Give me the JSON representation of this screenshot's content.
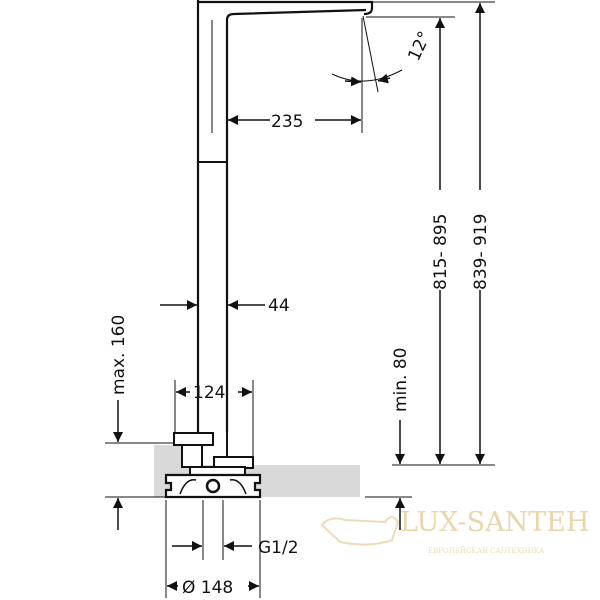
{
  "drawing": {
    "dimensions": {
      "spout_reach": "235",
      "spout_angle": "12°",
      "height_outlet": "815- 895",
      "height_total": "839- 919",
      "body_width": "44",
      "handle_width": "124",
      "max_depth": "max. 160",
      "min_depth": "min. 80",
      "connection": "G1/2",
      "base_diameter": "Ø 148"
    },
    "colors": {
      "line": "#111111",
      "floor": "#d9d9d9"
    }
  },
  "watermark": {
    "brand": "LUX-SANTEH",
    "tagline": "ЕВРОПЕЙСКАЯ САНТЕХНИКА",
    "color": "#e9d6ab"
  }
}
